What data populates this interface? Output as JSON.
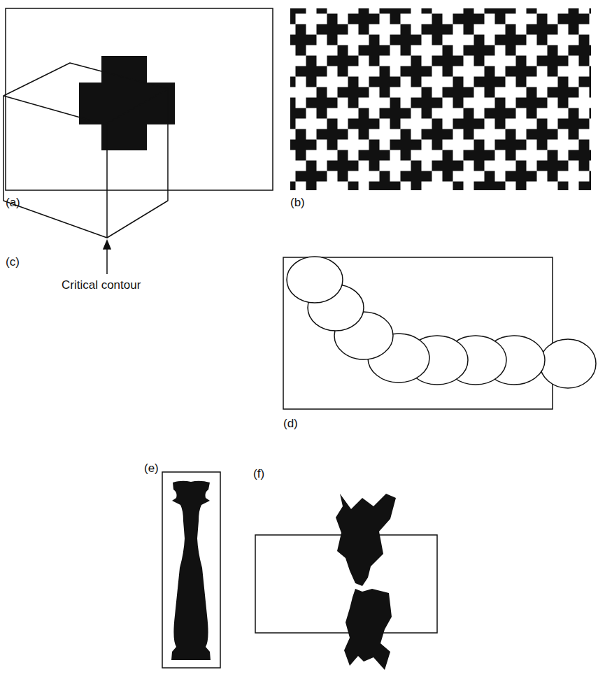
{
  "diagram": {
    "labels": [
      "(a)",
      "(b)",
      "(c)",
      "Critical contour",
      "(d)",
      "(e)",
      "(f)"
    ]
  }
}
